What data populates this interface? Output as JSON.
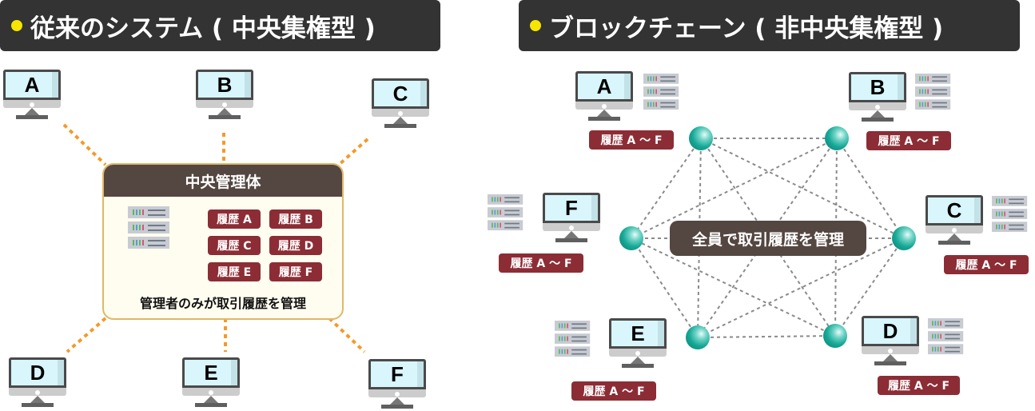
{
  "left_panel": {
    "title": "従来のシステム ( 中央集権型 )",
    "central_box": {
      "heading": "中央管理体",
      "records": [
        "履歴 A",
        "履歴 B",
        "履歴 C",
        "履歴 D",
        "履歴 E",
        "履歴 F"
      ],
      "caption": "管理者のみが取引履歴を管理"
    },
    "computers": [
      "A",
      "B",
      "C",
      "D",
      "E",
      "F"
    ]
  },
  "right_panel": {
    "title": "ブロックチェーン ( 非中央集権型 )",
    "center_label": "全員で取引履歴を管理",
    "nodes": [
      {
        "computer": "A",
        "history": "履歴 A ～ F"
      },
      {
        "computer": "B",
        "history": "履歴 A ～ F"
      },
      {
        "computer": "C",
        "history": "履歴 A ～ F"
      },
      {
        "computer": "D",
        "history": "履歴 A ～ F"
      },
      {
        "computer": "E",
        "history": "履歴 A ～ F"
      },
      {
        "computer": "F",
        "history": "履歴 A ～ F"
      }
    ]
  },
  "colors": {
    "title_bg": "#333333",
    "title_dot": "#f5e500",
    "record_tag": "#8c2d36",
    "central_header": "#544641",
    "central_border": "#e0b868",
    "orange_link": "#f39a2b",
    "gray_link": "#888888",
    "node": "#16a896"
  }
}
